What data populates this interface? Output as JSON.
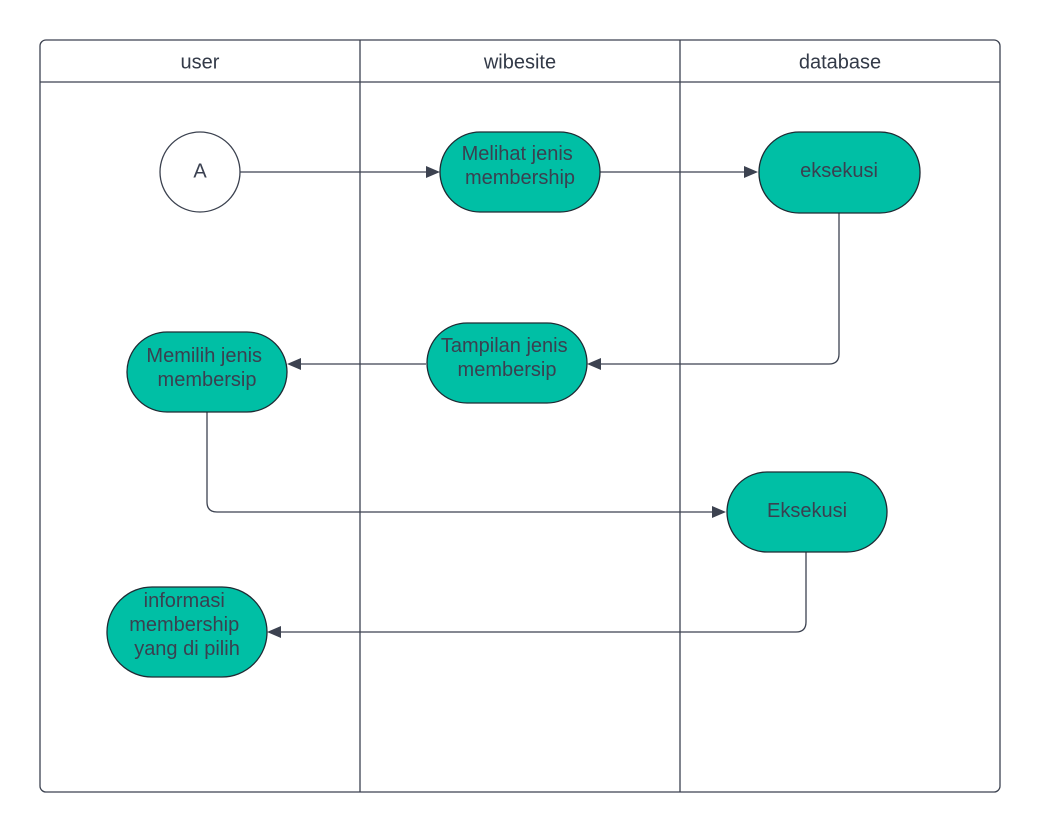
{
  "colors": {
    "node_fill": "#00bfa5",
    "node_stroke": "#1f2a33",
    "lane_stroke": "#3c4250",
    "connector": "#3c4250",
    "text": "#3a4050"
  },
  "lanes": [
    {
      "title": "user"
    },
    {
      "title": "wibesite"
    },
    {
      "title": "database"
    }
  ],
  "nodes": {
    "start": {
      "label": "A"
    },
    "melihat": {
      "lines": [
        "Melihat jenis",
        "membership"
      ]
    },
    "eksekusi1": {
      "lines": [
        "eksekusi"
      ]
    },
    "tampilan": {
      "lines": [
        "Tampilan jenis",
        "membersip"
      ]
    },
    "memilih": {
      "lines": [
        "Memilih jenis",
        "membersip"
      ]
    },
    "eksekusi2": {
      "lines": [
        "Eksekusi"
      ]
    },
    "informasi": {
      "lines": [
        "informasi",
        "membership",
        "yang di pilih"
      ]
    }
  }
}
